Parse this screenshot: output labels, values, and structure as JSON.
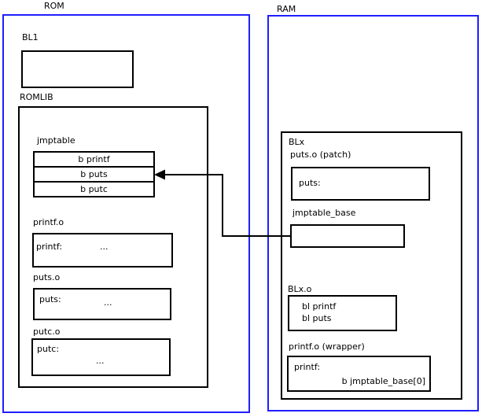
{
  "diagram": {
    "rom": {
      "title": "ROM",
      "bl1": {
        "label": "BL1"
      },
      "romlib": {
        "label": "ROMLIB",
        "jmptable": {
          "label": "jmptable",
          "rows": [
            "b printf",
            "b puts",
            "b putc"
          ]
        },
        "printf_o": {
          "label": "printf.o",
          "symbol": "printf:",
          "body": "..."
        },
        "puts_o": {
          "label": "puts.o",
          "symbol": "puts:",
          "body": "..."
        },
        "putc_o": {
          "label": "putc.o",
          "symbol": "putc:",
          "body": "..."
        }
      }
    },
    "ram": {
      "title": "RAM",
      "blx": {
        "label": "BLx",
        "puts_patch": {
          "label": "puts.o (patch)",
          "symbol": "puts:"
        },
        "jmptable_base": {
          "label": "jmptable_base"
        },
        "blx_o": {
          "label": "BLx.o",
          "lines": "bl printf\nbl puts"
        },
        "printf_wrapper": {
          "label": "printf.o (wrapper)",
          "symbol": "printf:",
          "body": "b jmptable_base[0]"
        }
      }
    },
    "arrow": {
      "description": "jmptable_base points to jmptable b puts entry"
    },
    "colors": {
      "frame": "#1f1fff",
      "box_border": "#000000",
      "background": "#ffffff"
    }
  }
}
